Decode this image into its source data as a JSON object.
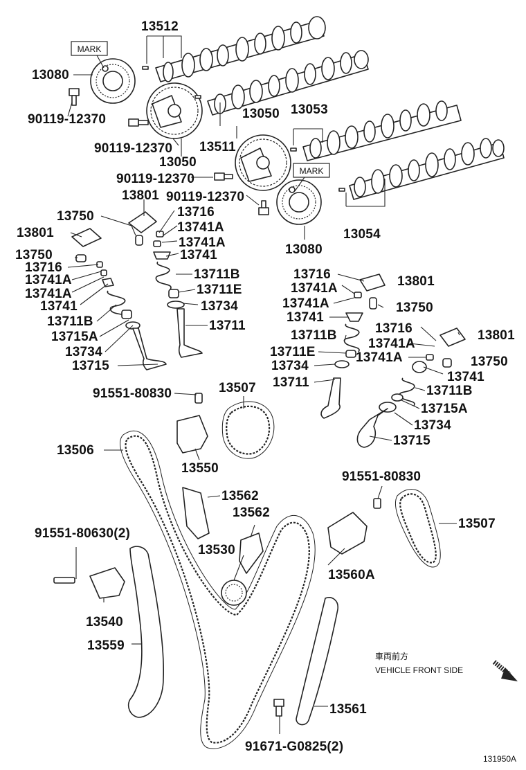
{
  "labels": {
    "l13512": "13512",
    "l13080a": "13080",
    "l90119a": "90119-12370",
    "l90119b": "90119-12370",
    "l13050a": "13050",
    "l13511": "13511",
    "l13050b": "13050",
    "l13053": "13053",
    "l90119c": "90119-12370",
    "l90119d": "90119-12370",
    "l13080b": "13080",
    "l13054": "13054",
    "l13801a": "13801",
    "l13750a": "13750",
    "l13716a": "13716",
    "l13741Aa": "13741A",
    "l13741Ab": "13741A",
    "l13741a": "13741",
    "l13711Ba": "13711B",
    "l13711Ea": "13711E",
    "l13734a": "13734",
    "l13711a": "13711",
    "l13801b": "13801",
    "l13750b": "13750",
    "l13716b": "13716",
    "l13741Ac": "13741A",
    "l13741Ad": "13741A",
    "l13741b": "13741",
    "l13711Bb": "13711B",
    "l13715Aa": "13715A",
    "l13734b": "13734",
    "l13715a": "13715",
    "l13716c": "13716",
    "l13741Ae": "13741A",
    "l13801c": "13801",
    "l13741Af": "13741A",
    "l13750c": "13750",
    "l13741c": "13741",
    "l13711Bc": "13711B",
    "l13711Eb": "13711E",
    "l13734c": "13734",
    "l13711b": "13711",
    "l13716d": "13716",
    "l13801d": "13801",
    "l13741Ag": "13741A",
    "l13741Ah": "13741A",
    "l13750d": "13750",
    "l13741d": "13741",
    "l13711Bd": "13711B",
    "l13715Ab": "13715A",
    "l13734d": "13734",
    "l13715b": "13715",
    "l91551a": "91551-80830",
    "l13507a": "13507",
    "l13506": "13506",
    "l13550": "13550",
    "l13562a": "13562",
    "l13562b": "13562",
    "l91551b": "91551-80830",
    "l13507b": "13507",
    "l91551c": "91551-80630(2)",
    "l13530": "13530",
    "l13560A": "13560A",
    "l13540": "13540",
    "l13559": "13559",
    "l13561": "13561",
    "l91671": "91671-G0825(2)"
  },
  "mark_tags": {
    "m1": "MARK",
    "m2": "MARK"
  },
  "front_note": {
    "jp": "車両前方",
    "en": "VEHICLE FRONT SIDE"
  },
  "diagram_id": "131950A",
  "colors": {
    "ink": "#222222",
    "paper": "#ffffff"
  }
}
